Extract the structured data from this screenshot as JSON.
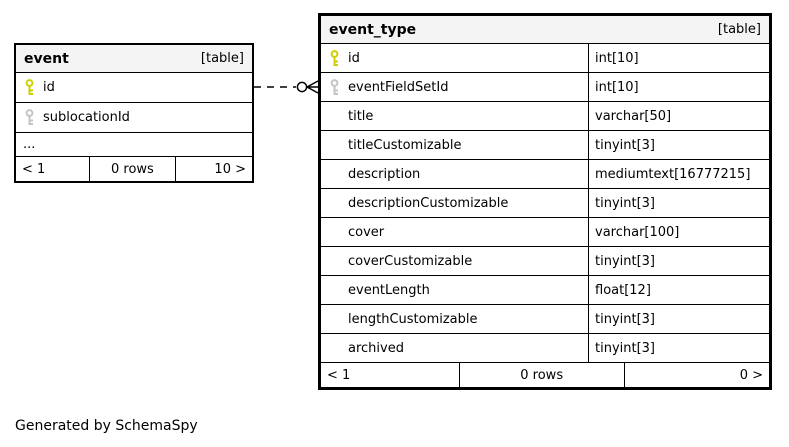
{
  "footer_note": "Generated by SchemaSpy",
  "colors": {
    "header_bg": "#f4f4f4",
    "border": "#000000",
    "primary_key": "#cfcf00",
    "foreign_key": "#c4c4c4"
  },
  "relationship": {
    "style": "dashed",
    "from_table": "event",
    "to_table": "event_type",
    "end_symbol": "zero-or-many-crowfoot"
  },
  "tables": [
    {
      "id": "event",
      "name": "event",
      "badge": "[table]",
      "columns": [
        {
          "name": "id",
          "type": null,
          "key": "primary"
        },
        {
          "name": "sublocationId",
          "type": null,
          "key": "foreign"
        },
        {
          "name": "...",
          "type": null,
          "key": null
        }
      ],
      "paginator": {
        "prev": "< 1",
        "rows": "0 rows",
        "next": "10 >"
      }
    },
    {
      "id": "event_type",
      "name": "event_type",
      "badge": "[table]",
      "columns": [
        {
          "name": "id",
          "type": "int[10]",
          "key": "primary"
        },
        {
          "name": "eventFieldSetId",
          "type": "int[10]",
          "key": "foreign"
        },
        {
          "name": "title",
          "type": "varchar[50]",
          "key": null
        },
        {
          "name": "titleCustomizable",
          "type": "tinyint[3]",
          "key": null
        },
        {
          "name": "description",
          "type": "mediumtext[16777215]",
          "key": null
        },
        {
          "name": "descriptionCustomizable",
          "type": "tinyint[3]",
          "key": null
        },
        {
          "name": "cover",
          "type": "varchar[100]",
          "key": null
        },
        {
          "name": "coverCustomizable",
          "type": "tinyint[3]",
          "key": null
        },
        {
          "name": "eventLength",
          "type": "float[12]",
          "key": null
        },
        {
          "name": "lengthCustomizable",
          "type": "tinyint[3]",
          "key": null
        },
        {
          "name": "archived",
          "type": "tinyint[3]",
          "key": null
        }
      ],
      "paginator": {
        "prev": "< 1",
        "rows": "0 rows",
        "next": "0 >"
      }
    }
  ]
}
